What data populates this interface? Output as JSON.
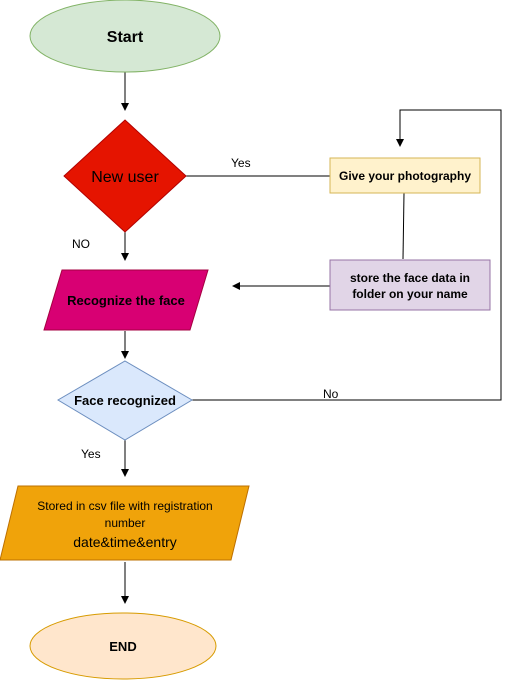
{
  "nodes": {
    "start": {
      "label": "Start",
      "fill": "#d5e8d4",
      "stroke": "#82b366"
    },
    "new_user": {
      "label": "New user",
      "fill": "#e51400",
      "stroke": "#b20000"
    },
    "give_photo": {
      "label": "Give your photography",
      "fill": "#fff2cc",
      "stroke": "#d6b656"
    },
    "store_face": {
      "line1": "store  the face data in",
      "line2": "folder  on your name",
      "fill": "#e1d5e7",
      "stroke": "#9673a6"
    },
    "recognize": {
      "label": "Recognize the face",
      "fill": "#d80073",
      "stroke": "#a50040"
    },
    "face_recognized": {
      "label": "Face recognized",
      "fill": "#dae8fc",
      "stroke": "#6c8ebf"
    },
    "stored": {
      "line1": "Stored in csv file with registration",
      "line2": "number",
      "line3": "date&time&entry",
      "fill": "#f0a30a",
      "stroke": "#bd7000"
    },
    "end": {
      "label": "END",
      "fill": "#ffe6cc",
      "stroke": "#d79b00"
    }
  },
  "edges": {
    "new_user_yes": "Yes",
    "new_user_no": "NO",
    "face_no": "No",
    "face_yes": "Yes"
  }
}
